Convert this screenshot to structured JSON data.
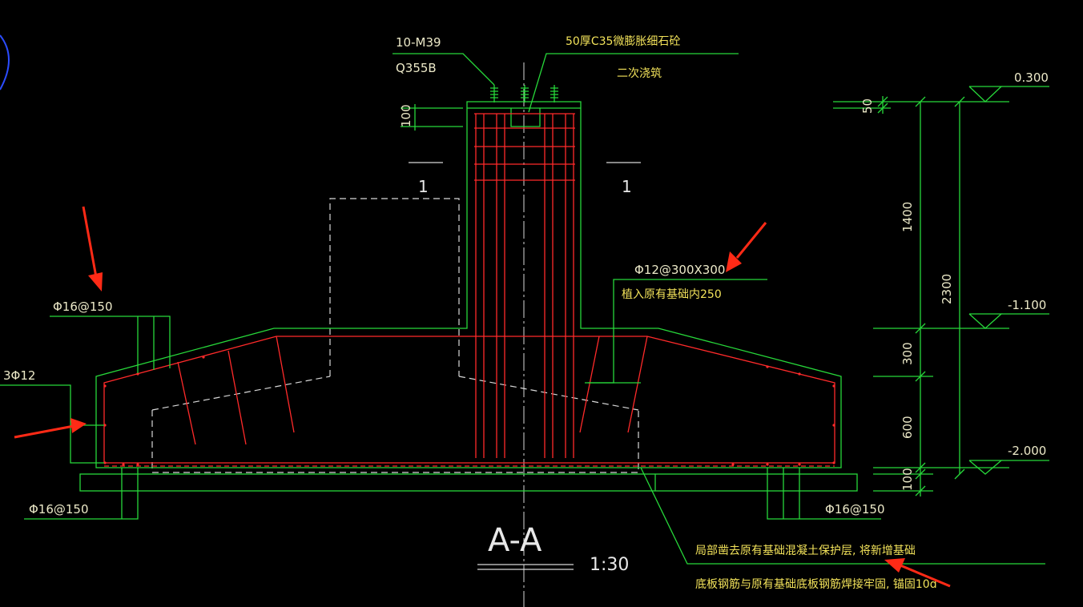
{
  "labels": {
    "bolts": "10-M39",
    "steel": "Q355B",
    "grout_line1": "50厚C35微膨胀细石砼",
    "grout_line2": "二次浇筑",
    "section_mark_left": "1",
    "section_mark_right": "1",
    "dowel_rebar": "Φ12@300X300",
    "dowel_embed": "植入原有基础内250",
    "top_rebar_left": "Φ16@150",
    "side_rebar_left": "3Φ12",
    "bottom_rebar_left": "Φ16@150",
    "bottom_rebar_right": "Φ16@150",
    "note_line1": "局部凿去原有基础混凝土保护层, 将新增基础",
    "note_line2": "底板钢筋与原有基础底板钢筋焊接牢固, 锚固10d",
    "section_title": "A-A",
    "scale": "1:30"
  },
  "dimensions": {
    "d_100_top": "100",
    "d_50": "50",
    "d_1400": "1400",
    "d_2300": "2300",
    "d_300": "300",
    "d_600": "600",
    "d_100_bottom": "100"
  },
  "elevations": {
    "top": "0.300",
    "middle": "-1.100",
    "bottom": "-2.000"
  },
  "colors": {
    "background": "#000000",
    "concrete_outline": "#27d83a",
    "rebar": "#ff2a2a",
    "existing_footing": "#d8d8d8",
    "annotation_text": "#ece9c8",
    "arrow": "#ff2a16",
    "corner_mark": "#2b4cff"
  }
}
